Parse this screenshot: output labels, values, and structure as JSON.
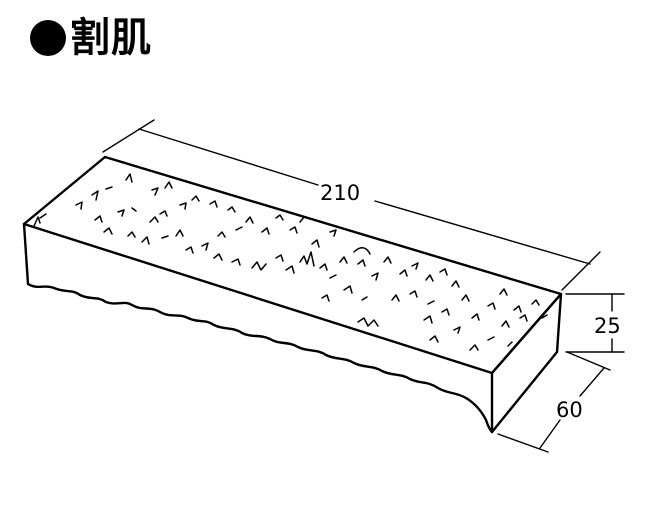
{
  "title": "割肌",
  "dimensions": {
    "length": "210",
    "height": "25",
    "width": "60"
  }
}
